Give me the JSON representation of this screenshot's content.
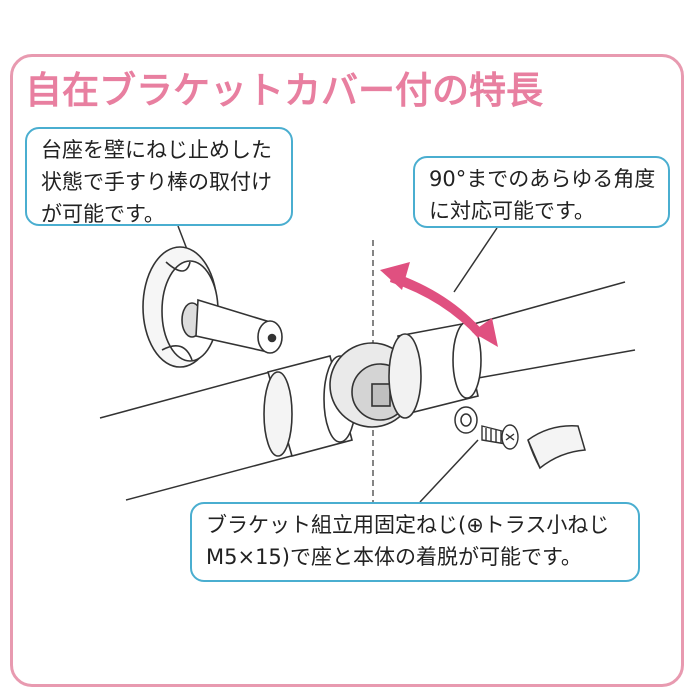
{
  "title": "自在ブラケットカバー付の特長",
  "callouts": {
    "mount": {
      "lines": [
        "台座を壁にねじ止めした",
        "状態で手すり棒の取付け",
        "が可能です。"
      ]
    },
    "angle": {
      "lines": [
        "90°までのあらゆる角度",
        "に対応可能です。"
      ]
    },
    "screw": {
      "lines": [
        "ブラケット組立用固定ねじ(⊕トラス小ねじ",
        "M5×15)で座と本体の着脱が可能です。"
      ]
    }
  },
  "colors": {
    "title": "#e87fa0",
    "frame": "#e89ab0",
    "callout_border": "#4aaed0",
    "arrow": "#e05080",
    "line": "#333333"
  }
}
